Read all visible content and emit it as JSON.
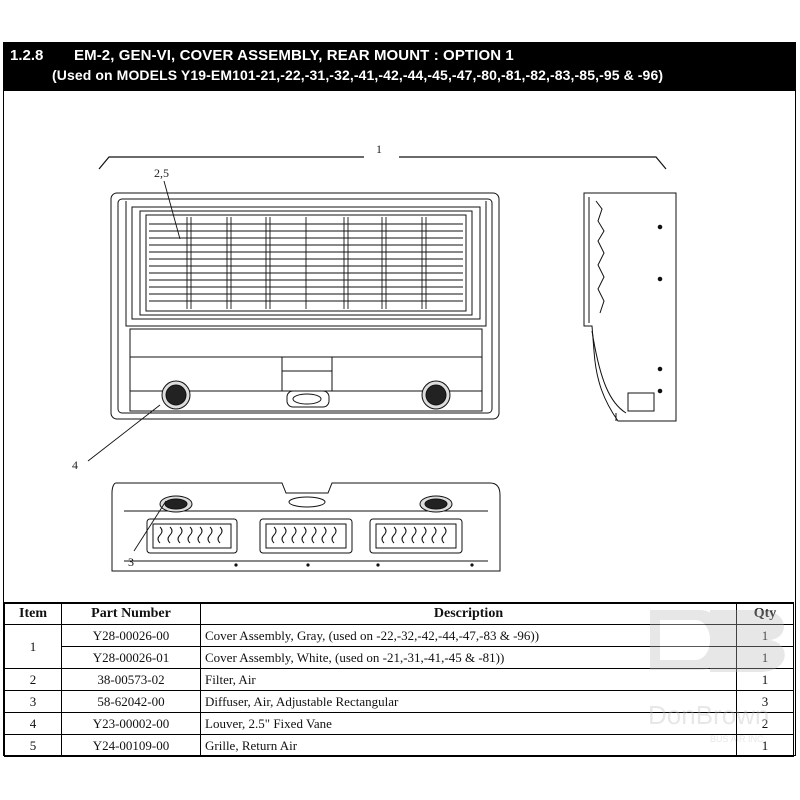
{
  "header": {
    "section": "1.2.8",
    "title": "EM-2, GEN-VI, COVER ASSEMBLY, REAR MOUNT : OPTION 1",
    "subtitle": "(Used on MODELS Y19-EM101-21,-22,-31,-32,-41,-42,-44,-45,-47,-80,-81,-82,-83,-85,-95 & -96)"
  },
  "drawing": {
    "callouts": {
      "assembly": "1",
      "grille_filter": "2,5",
      "louver": "4",
      "diffuser": "3"
    }
  },
  "table": {
    "headers": {
      "item": "Item",
      "part_number": "Part Number",
      "description": "Description",
      "qty": "Qty"
    },
    "rows": [
      {
        "item": "1",
        "part_number": "Y28-00026-00",
        "description": "Cover Assembly, Gray, (used on -22,-32,-42,-44,-47,-83 & -96))",
        "qty": "1"
      },
      {
        "item": "",
        "part_number": "Y28-00026-01",
        "description": "Cover Assembly, White, (used on -21,-31,-41,-45 & -81))",
        "qty": "1"
      },
      {
        "item": "2",
        "part_number": "38-00573-02",
        "description": "Filter, Air",
        "qty": "1"
      },
      {
        "item": "3",
        "part_number": "58-62042-00",
        "description": "Diffuser, Air, Adjustable Rectangular",
        "qty": "3"
      },
      {
        "item": "4",
        "part_number": "Y23-00002-00",
        "description": "Louver, 2.5\" Fixed Vane",
        "qty": "2"
      },
      {
        "item": "5",
        "part_number": "Y24-00109-00",
        "description": "Grille, Return Air",
        "qty": "1"
      }
    ]
  },
  "watermark": {
    "logo_text": "DonBrown",
    "logo_subtext": "BUS AIR INC."
  },
  "colors": {
    "header_bg": "#000000",
    "header_text": "#ffffff",
    "line": "#111111",
    "watermark": "#c8c8c8"
  }
}
